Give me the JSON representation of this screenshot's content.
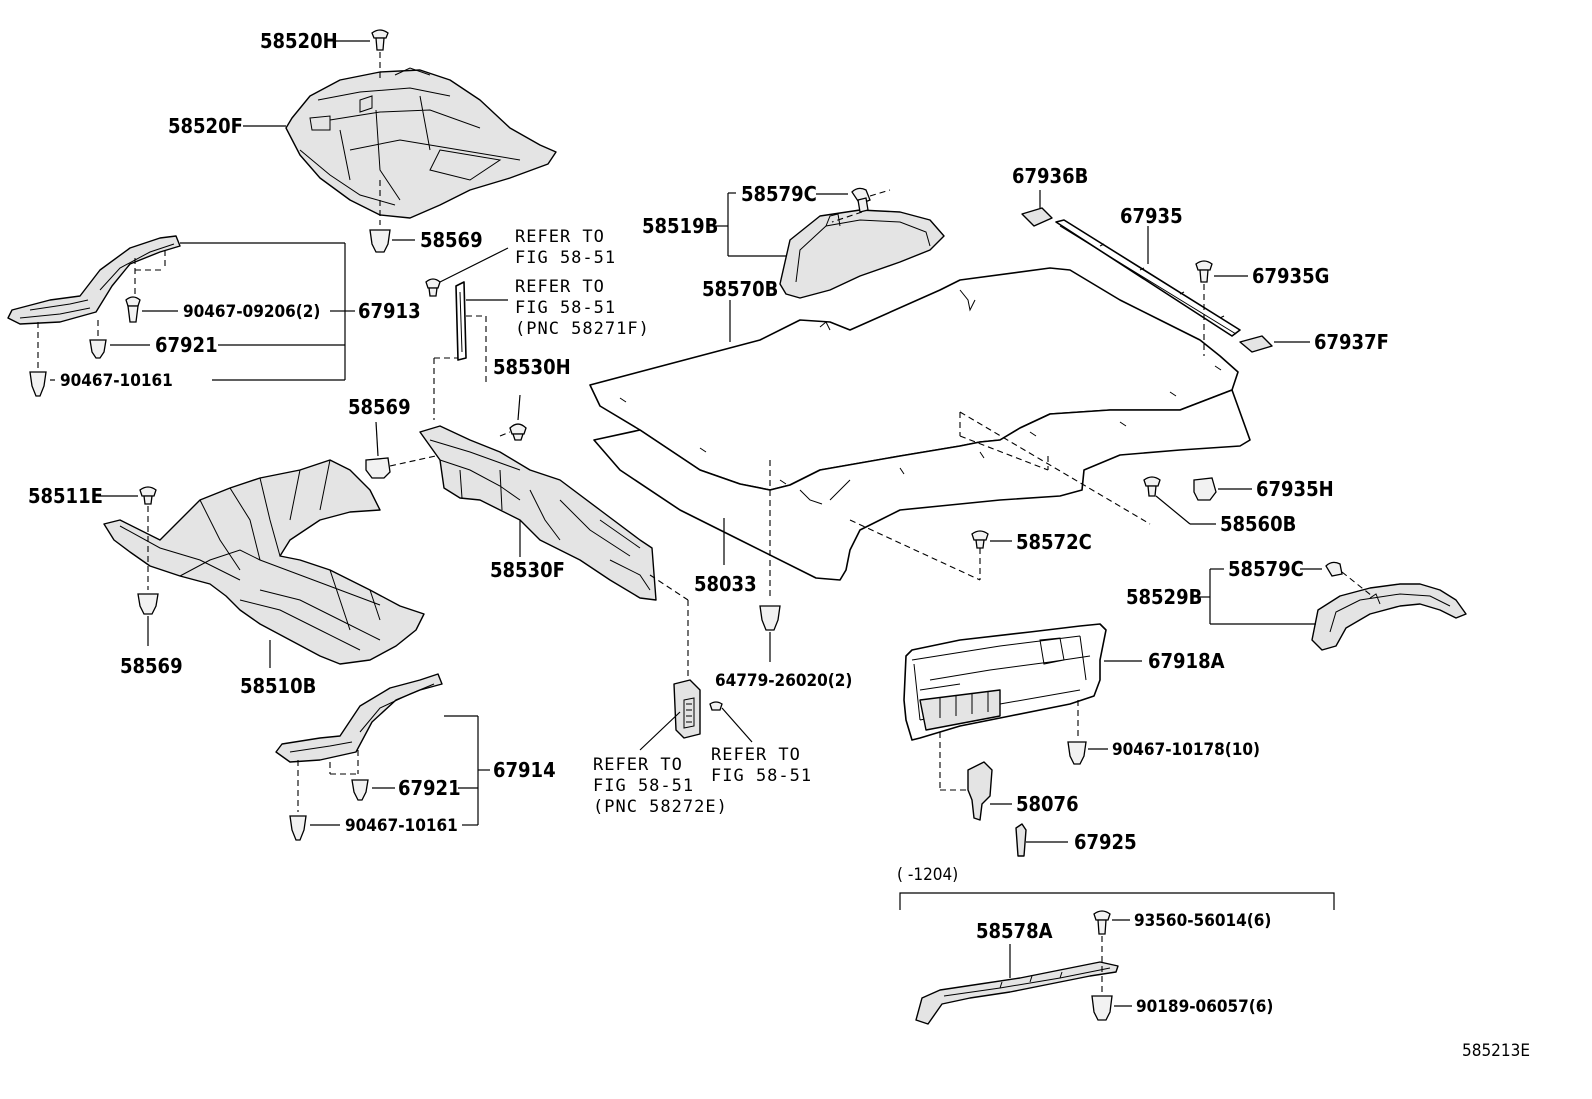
{
  "diagram": {
    "parts": {
      "p58520H": "58520H",
      "p58520F": "58520F",
      "p58569_top": "58569",
      "p90467_09206": "90467-09206(2)",
      "p67913": "67913",
      "p67921_top": "67921",
      "p90467_10161_top": "90467-10161",
      "p58569_mid": "58569",
      "p58530H": "58530H",
      "p58511E": "58511E",
      "p58530F": "58530F",
      "p58569_bot": "58569",
      "p58510B": "58510B",
      "p67914": "67914",
      "p67921_bot": "67921",
      "p90467_10161_bot": "90467-10161",
      "p58579C_top": "58579C",
      "p58519B": "58519B",
      "p58570B": "58570B",
      "p58033": "58033",
      "p64779": "64779-26020(2)",
      "p67936B": "67936B",
      "p67935": "67935",
      "p67935G": "67935G",
      "p67937F": "67937F",
      "p67935H": "67935H",
      "p58560B": "58560B",
      "p58572C": "58572C",
      "p58579C_bot": "58579C",
      "p58529B": "58529B",
      "p67918A": "67918A",
      "p90467_10178": "90467-10178(10)",
      "p58076": "58076",
      "p67925": "67925",
      "p58578A": "58578A",
      "p93560": "93560-56014(6)",
      "p90189": "90189-06057(6)"
    },
    "refs": {
      "ref1_l1": "REFER TO",
      "ref1_l2": "FIG 58-51",
      "ref2_l1": "REFER TO",
      "ref2_l2": "FIG 58-51",
      "ref2_l3": "(PNC 58271F)",
      "ref3_l1": "REFER TO",
      "ref3_l2": "FIG 58-51",
      "ref3_l3": "(PNC 58272E)",
      "ref4_l1": "REFER TO",
      "ref4_l2": "FIG 58-51"
    },
    "date_range": "(     -1204)",
    "figure_id": "585213E"
  }
}
